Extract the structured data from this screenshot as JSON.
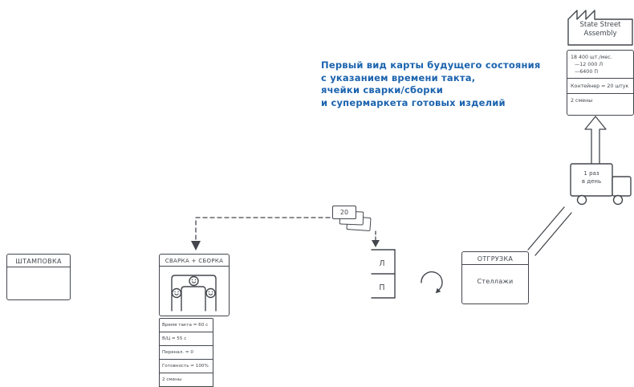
{
  "colors": {
    "ink": "#43474d",
    "accent": "#1b63ae"
  },
  "annotation": {
    "line1": "Первый вид карты будущего состояния",
    "line2": "с указанием времени такта,",
    "line3": "ячейки сварки/сборки",
    "line4": "и супермаркета готовых изделий"
  },
  "customer": {
    "name_line1": "State Street",
    "name_line2": "Assembly",
    "data": {
      "row1": "18 400 шт./мес.",
      "row2": "—12 000 Л",
      "row3": "—6400 П",
      "row4": "Контейнер = 20 штук",
      "row5": "2 смены"
    }
  },
  "truck": {
    "line1": "1 раз",
    "line2": "в день"
  },
  "kanban": {
    "count": "20"
  },
  "stamping": {
    "title": "ШТАМПОВКА"
  },
  "weld": {
    "title": "СВАРКА + СБОРКА",
    "data_rows": [
      "Время такта = 60 с",
      "В/Ц = 55 с",
      "Перенал. = 0",
      "Готовность = 100%",
      "2 смены"
    ]
  },
  "supermarket": {
    "cell1": "Л",
    "cell2": "П"
  },
  "shipping": {
    "title": "ОТГРУЗКА",
    "subtitle": "Стеллажи"
  }
}
